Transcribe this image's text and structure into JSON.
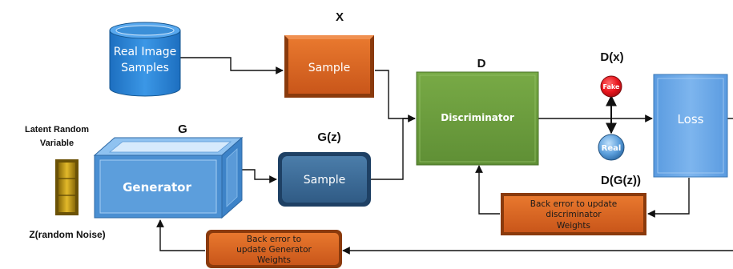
{
  "labels": {
    "x": "X",
    "d": "D",
    "dx": "D(x)",
    "g": "G",
    "gz": "G(z)",
    "dgz": "D(G(z))",
    "latent_line1": "Latent Random",
    "latent_line2": "Variable",
    "z_noise": "Z(random Noise)"
  },
  "nodes": {
    "real_images_line1": "Real Image",
    "real_images_line2": "Samples",
    "sample_real": "Sample",
    "discriminator": "Discriminator",
    "generator": "Generator",
    "sample_fake": "Sample",
    "loss": "Loss",
    "fake": "Fake",
    "real": "Real"
  },
  "feedback": {
    "disc_line1": "Back error to update",
    "disc_line2": "discriminator",
    "disc_line3": "Weights",
    "gen_line1": "Back error to",
    "gen_line2": "update Generator",
    "gen_line3": "Weights"
  },
  "colors": {
    "blue": "#2e86d6",
    "light_blue": "#6aaae8",
    "dark_blue": "#3a6a96",
    "orange": "#d9651e",
    "green": "#70a040",
    "red": "#e8141c",
    "gold": "#c79a12"
  }
}
